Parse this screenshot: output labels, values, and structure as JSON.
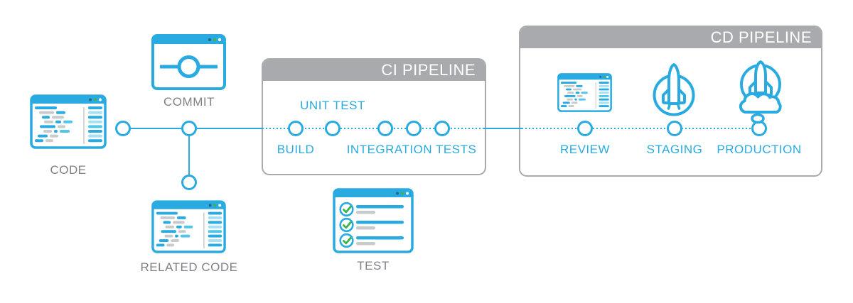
{
  "colors": {
    "blue": "#29abe2",
    "gray_header": "#a8aaad",
    "gray_text": "#808285",
    "gray_line": "#c9cacc",
    "green": "#39b54a",
    "light_blue": "#a5e0f3",
    "dark_dot": "#26658c",
    "white": "#ffffff"
  },
  "nodes": {
    "code": {
      "label": "CODE",
      "icon": "code-window-icon"
    },
    "commit": {
      "label": "COMMIT",
      "icon": "commit-window-icon"
    },
    "related_code": {
      "label": "RELATED CODE",
      "icon": "code-window-icon"
    },
    "test": {
      "label": "TEST",
      "icon": "checklist-window-icon"
    }
  },
  "ci_pipeline": {
    "title": "CI PIPELINE",
    "stages": [
      {
        "label": "BUILD",
        "label_position": "below",
        "node_count": 1
      },
      {
        "label": "UNIT TEST",
        "label_position": "above",
        "node_count": 1
      },
      {
        "label": "INTEGRATION TESTS",
        "label_position": "below",
        "node_count": 3
      }
    ]
  },
  "cd_pipeline": {
    "title": "CD PIPELINE",
    "stages": [
      {
        "label": "REVIEW",
        "icon": "code-window-icon"
      },
      {
        "label": "STAGING",
        "icon": "rocket-icon"
      },
      {
        "label": "PRODUCTION",
        "icon": "rocket-launch-icon"
      }
    ]
  }
}
